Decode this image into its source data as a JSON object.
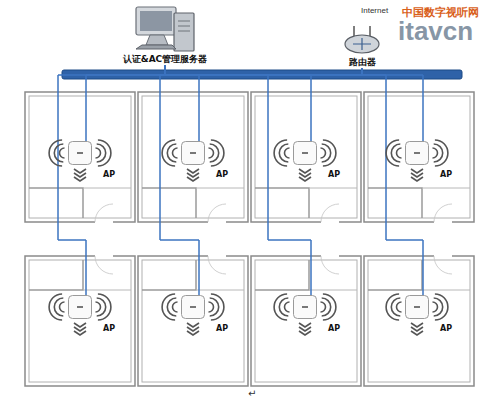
{
  "diagram": {
    "nodes": [
      {
        "text": [
          "认证&AC管理服务器"
        ]
      },
      {
        "text": [
          "路由器"
        ]
      },
      {
        "text": [
          "AP"
        ]
      },
      {
        "text": [
          "AP"
        ]
      },
      {
        "text": [
          "AP"
        ]
      },
      {
        "text": [
          "AP"
        ]
      },
      {
        "text": [
          "AP"
        ]
      },
      {
        "text": [
          "AP"
        ]
      },
      {
        "text": [
          "AP"
        ]
      },
      {
        "text": [
          "AP"
        ]
      }
    ],
    "edges": [
      {
        "from": 0,
        "to": 2,
        "arrow": "none"
      },
      {
        "from": 1,
        "to": 2,
        "arrow": "none"
      },
      {
        "from": 0,
        "to": 3,
        "arrow": "none"
      },
      {
        "from": 1,
        "to": 3,
        "arrow": "none"
      },
      {
        "from": 0,
        "to": 4,
        "arrow": "none"
      },
      {
        "from": 1,
        "to": 4,
        "arrow": "none"
      },
      {
        "from": 0,
        "to": 5,
        "arrow": "none"
      },
      {
        "from": 1,
        "to": 5,
        "arrow": "none"
      },
      {
        "from": 0,
        "to": 6,
        "arrow": "none"
      },
      {
        "from": 1,
        "to": 6,
        "arrow": "none"
      },
      {
        "from": 0,
        "to": 7,
        "arrow": "none"
      },
      {
        "from": 1,
        "to": 7,
        "arrow": "none"
      },
      {
        "from": 0,
        "to": 8,
        "arrow": "none"
      },
      {
        "from": 1,
        "to": 8,
        "arrow": "none"
      },
      {
        "from": 0,
        "to": 9,
        "arrow": "none"
      },
      {
        "from": 1,
        "to": 9,
        "arrow": "none"
      }
    ],
    "labels": [
      "Internet",
      "中国数字视听网",
      "itavcn",
      "↵"
    ]
  }
}
